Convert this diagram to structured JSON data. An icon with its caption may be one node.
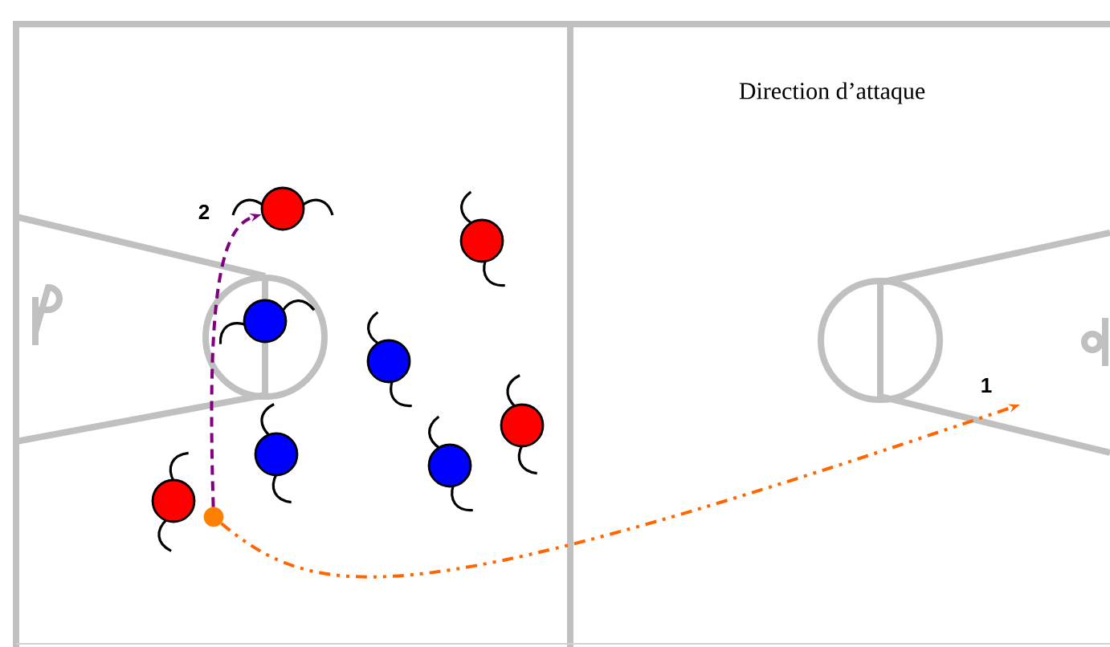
{
  "diagram": {
    "nodes": [
      {
        "text": [],
        "shape": "circle"
      },
      {
        "text": [],
        "shape": "circle"
      },
      {
        "text": [],
        "shape": "circle"
      },
      {
        "text": [],
        "shape": "circle"
      },
      {
        "text": [],
        "shape": "circle"
      },
      {
        "text": [],
        "shape": "circle"
      },
      {
        "text": [],
        "shape": "circle"
      },
      {
        "text": [],
        "shape": "circle"
      },
      {
        "text": [],
        "shape": "circle"
      }
    ],
    "edges": [
      {
        "from": 8,
        "to": null,
        "arrow": "to",
        "label": "1",
        "style": "dashed",
        "color": "#ff6600"
      },
      {
        "from": 8,
        "to": 0,
        "arrow": "to",
        "label": "2",
        "style": "dashed",
        "color": "#800080"
      }
    ],
    "labels": [
      "Direction d’attaque"
    ]
  }
}
